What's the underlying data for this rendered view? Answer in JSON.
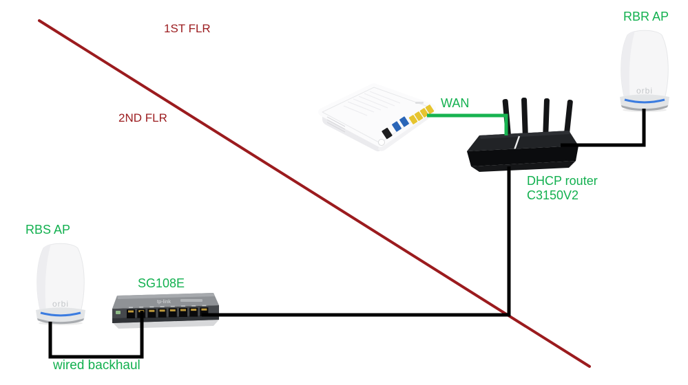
{
  "colors": {
    "background": "#FFFFFF",
    "floor-line-red": "#9B1B1E",
    "label-green": "#12B04F",
    "wan-green": "#17B350",
    "cable-black": "#000000"
  },
  "labels": {
    "floor1": "1ST FLR",
    "floor2": "2ND FLR",
    "wan": "WAN",
    "rbr_ap": "RBR AP",
    "dhcp_router_line1": "DHCP router",
    "dhcp_router_line2": "C3150V2",
    "rbs_ap": "RBS AP",
    "switch_model": "SG108E",
    "wired_backhaul": "wired backhaul"
  },
  "device_logos": {
    "orbi": "orbi",
    "tp_link": "tp-link"
  }
}
